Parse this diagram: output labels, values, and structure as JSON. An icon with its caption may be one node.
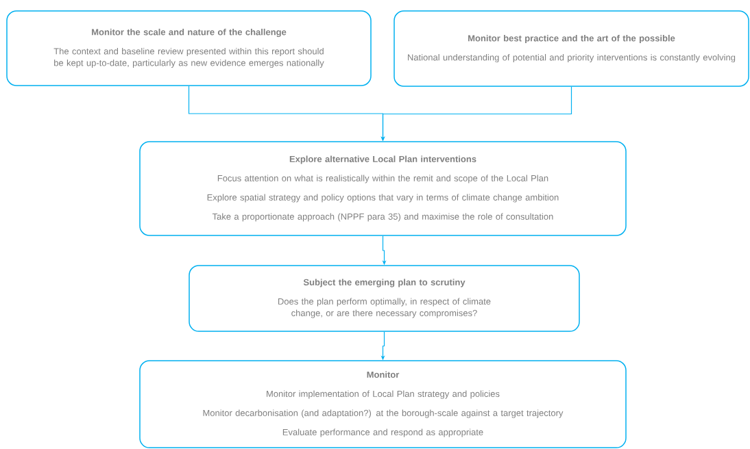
{
  "diagram": {
    "nodes": [
      {
        "text": [
          "Monitor the scale and nature of the challenge",
          "The context and baseline review presented within this report should be kept up-to-date, particularly as new evidence emerges nationally"
        ]
      },
      {
        "text": [
          "Monitor best practice and the art of the possible",
          "National understanding of potential and priority interventions is constantly evolving"
        ]
      },
      {
        "text": [
          "Explore alternative Local Plan interventions",
          "Focus attention on what is realistically within the remit and scope of the Local Plan",
          "Explore spatial strategy and policy options that vary in terms of climate change ambition",
          "Take a proportionate approach (NPPF para 35) and maximise the role of consultation"
        ]
      },
      {
        "text": [
          "Subject the emerging plan to scrutiny",
          "Does the plan perform optimally, in respect of climate change, or are there necessary compromises?"
        ]
      },
      {
        "text": [
          "Monitor",
          "Monitor implementation of Local Plan strategy and policies",
          "Monitor decarbonisation (and adaptation?) at the borough-scale against a target trajectory",
          "Evaluate performance and respond as appropriate"
        ]
      }
    ],
    "edges": [
      {
        "from": 0,
        "to": 2,
        "arrow": "to"
      },
      {
        "from": 1,
        "to": 2,
        "arrow": "to"
      },
      {
        "from": 2,
        "to": 3,
        "arrow": "to"
      },
      {
        "from": 3,
        "to": 4,
        "arrow": "to"
      }
    ]
  }
}
